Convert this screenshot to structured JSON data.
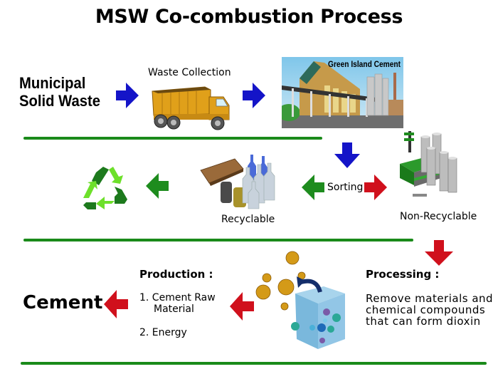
{
  "title": "MSW Co-combustion Process",
  "source": {
    "line1": "Municipal",
    "line2": "Solid Waste"
  },
  "steps": {
    "collection": {
      "label": "Waste Collection",
      "icon": "garbage-truck-icon"
    },
    "plant": {
      "label": "Green Island Cement",
      "icon": "cement-plant-image"
    },
    "sorting": {
      "label": "Sorting"
    },
    "recyclable": {
      "label": "Recyclable",
      "icon": "recyclables-icon"
    },
    "recycle_symbol": {
      "icon": "recycle-icon"
    },
    "non_recyclable": {
      "label": "Non-Recyclable",
      "icon": "factory-icon"
    },
    "processing": {
      "heading": "Processing :",
      "lines": [
        "Remove materials and",
        "chemical compounds",
        "that can form dioxin"
      ],
      "icon": "molecule-cube-icon"
    },
    "production": {
      "heading": "Production :",
      "item1_line1": "1. Cement Raw",
      "item1_line2": "Material",
      "item2": "2.  Energy"
    },
    "output": {
      "label": "Cement"
    }
  },
  "colors": {
    "arrow_blue": "#1414c8",
    "arrow_green": "#1e8c1e",
    "arrow_red": "#d0101c",
    "divider_green": "#1a8a1a",
    "recycle_dark": "#1d7a1d",
    "recycle_light": "#6de02a"
  }
}
